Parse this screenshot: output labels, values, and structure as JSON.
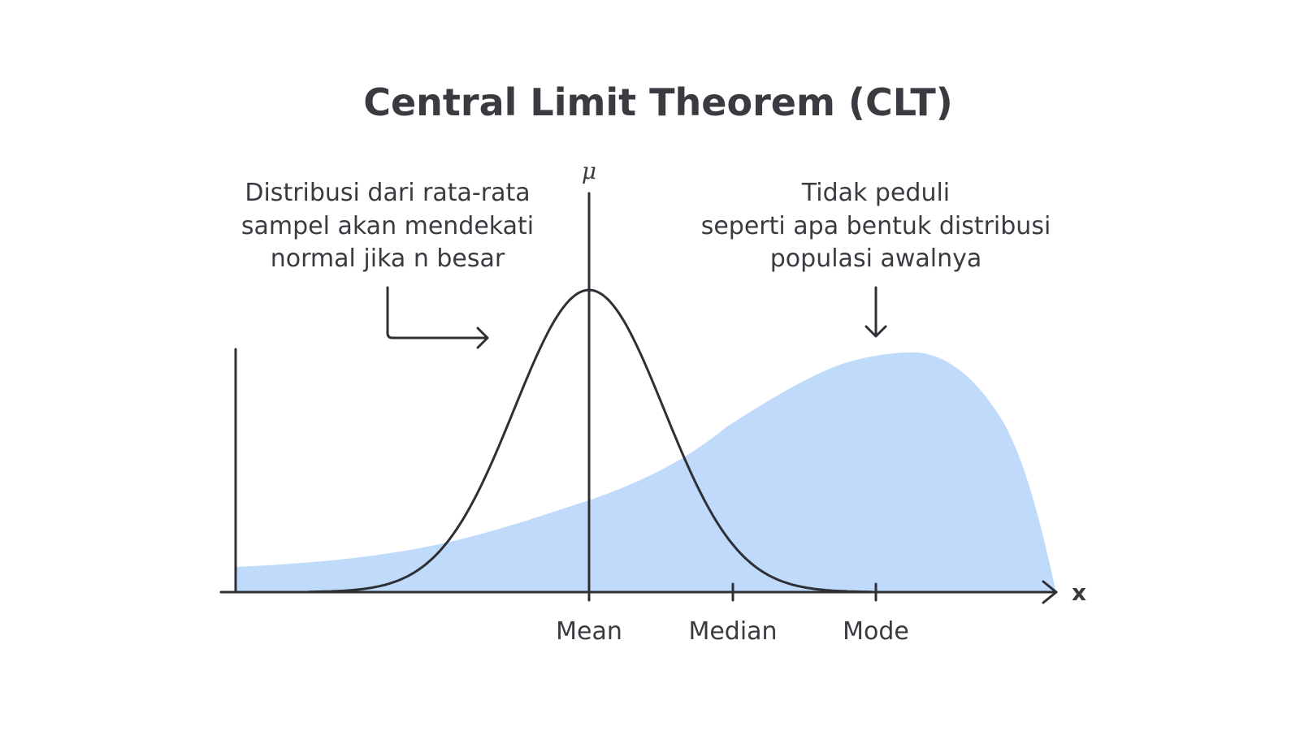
{
  "title": "Central Limit Theorem (CLT)",
  "colors": {
    "population_fill": "#c0dafb",
    "ink": "#2f3035",
    "text": "#3a3b40"
  },
  "axis": {
    "x_symbol": "x",
    "mean_symbol": "μ"
  },
  "ticks": [
    {
      "label": "Mean"
    },
    {
      "label": "Median"
    },
    {
      "label": "Mode"
    }
  ],
  "left_note": {
    "lines": [
      "Distribusi dari rata-rata",
      "sampel akan mendekati",
      "normal jika n besar"
    ]
  },
  "right_note": {
    "lines": [
      "Tidak peduli",
      "seperti apa bentuk distribusi",
      "populasi awalnya"
    ]
  },
  "icons": {
    "left_arrow": "bent-arrow-right-icon",
    "right_arrow": "arrow-down-icon"
  }
}
